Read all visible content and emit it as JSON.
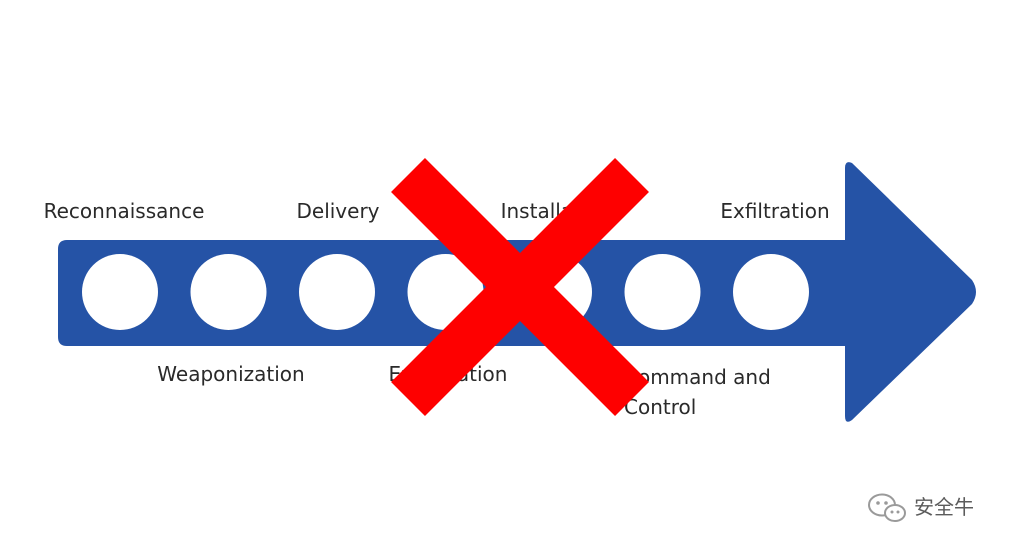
{
  "stages": [
    {
      "label": "Reconnaissance"
    },
    {
      "label": "Weaponization"
    },
    {
      "label": "Delivery"
    },
    {
      "label": "Exploitation"
    },
    {
      "label": "Installation"
    },
    {
      "label": "Command and Control"
    },
    {
      "label": "Exfiltration"
    }
  ],
  "colors": {
    "arrow": "#2553a6",
    "node": "#ffffff",
    "cross": "#fe0000",
    "text": "#2a2a2a",
    "watermark": "#5b5b5b"
  },
  "overlay": {
    "icon": "red-x-cross-icon"
  },
  "watermark": {
    "icon": "wechat-icon",
    "text": "安全牛"
  }
}
